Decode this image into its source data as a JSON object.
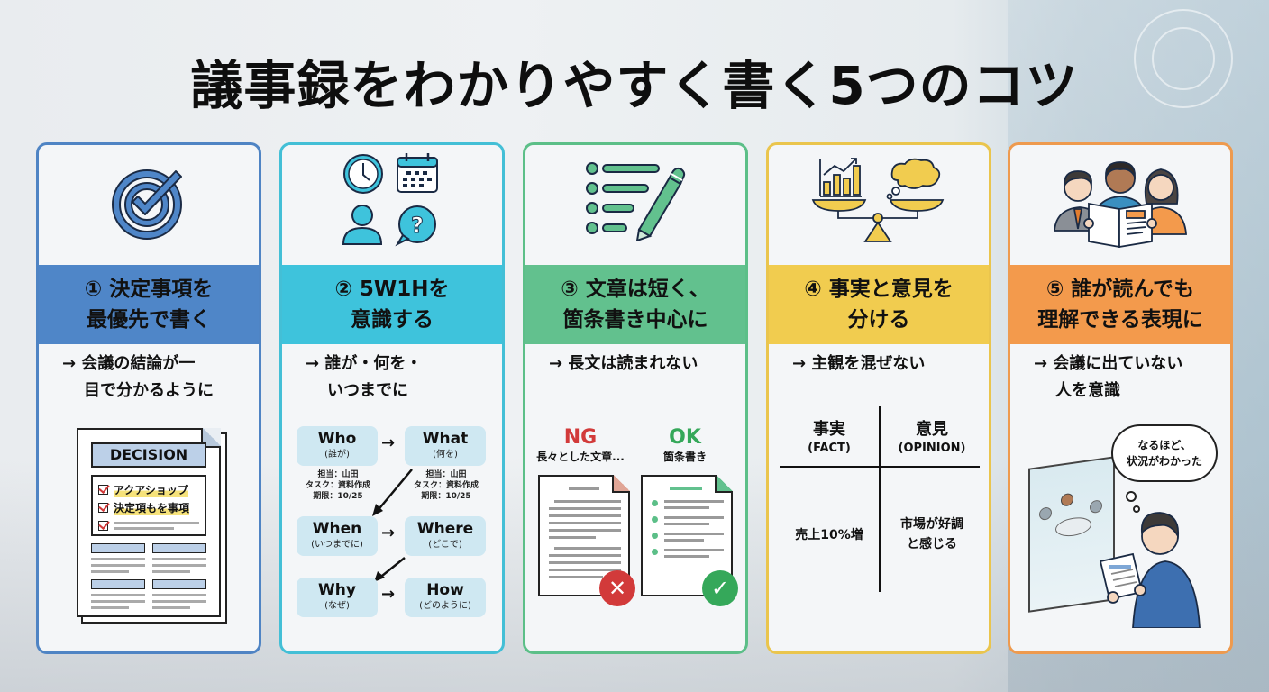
{
  "title": "議事録をわかりやすく書く5つのコツ",
  "cards": [
    {
      "number": "①",
      "color": "#4f86c8",
      "icon": "target-check-icon",
      "heading_line1": "① 決定事項を",
      "heading_line2": "最優先で書く",
      "sub_line1": "→ 会議の結論が一",
      "sub_line2": "目で分かるように",
      "illustration": {
        "label": "DECISION",
        "items": [
          "アクアショップ",
          "決定項もを事項"
        ]
      }
    },
    {
      "number": "②",
      "color": "#3ec3dc",
      "icon": "clock-calendar-person-question-icon",
      "heading_line1": "② 5W1Hを",
      "heading_line2": "意識する",
      "sub_line1": "→ 誰が・何を・",
      "sub_line2": "いつまでに",
      "flow": [
        {
          "en": "Who",
          "jp": "(誰が)"
        },
        {
          "en": "What",
          "jp": "(何を)"
        },
        {
          "en": "When",
          "jp": "(いつまでに)"
        },
        {
          "en": "Where",
          "jp": "(どこで)"
        },
        {
          "en": "Why",
          "jp": "(なぜ)"
        },
        {
          "en": "How",
          "jp": "(どのように)"
        }
      ],
      "notes": [
        {
          "line1": "担当：山田",
          "line2": "タスク：資料作成",
          "line3": "期限：10/25"
        },
        {
          "line1": "担当：山田",
          "line2": "タスク：資料作成",
          "line3": "期限：10/25"
        }
      ]
    },
    {
      "number": "③",
      "color": "#62c18e",
      "icon": "list-pencil-icon",
      "heading_line1": "③ 文章は短く、",
      "heading_line2": "箇条書き中心に",
      "sub_line1": "→ 長文は読まれない",
      "ng": {
        "label": "NG",
        "caption": "長々とした文章...",
        "color": "#d23a3a"
      },
      "ok": {
        "label": "OK",
        "caption": "箇条書き",
        "color": "#35a85a"
      }
    },
    {
      "number": "④",
      "color": "#f1cc4f",
      "icon": "balance-scale-icon",
      "heading_line1": "④ 事実と意見を",
      "heading_line2": "分ける",
      "sub_line1": "→ 主観を混ぜない",
      "table": {
        "fact_jp": "事実",
        "fact_en": "(FACT)",
        "opinion_jp": "意見",
        "opinion_en": "(OPINION)",
        "fact_value": "売上10%増",
        "opinion_value_line1": "市場が好調",
        "opinion_value_line2": "と感じる"
      }
    },
    {
      "number": "⑤",
      "color": "#f39a4c",
      "icon": "people-reading-icon",
      "heading_line1": "⑤ 誰が読んでも",
      "heading_line2": "理解できる表現に",
      "sub_line1": "→ 会議に出ていない",
      "sub_line2": "人を意識",
      "thought_line1": "なるほど、",
      "thought_line2": "状況がわかった"
    }
  ]
}
